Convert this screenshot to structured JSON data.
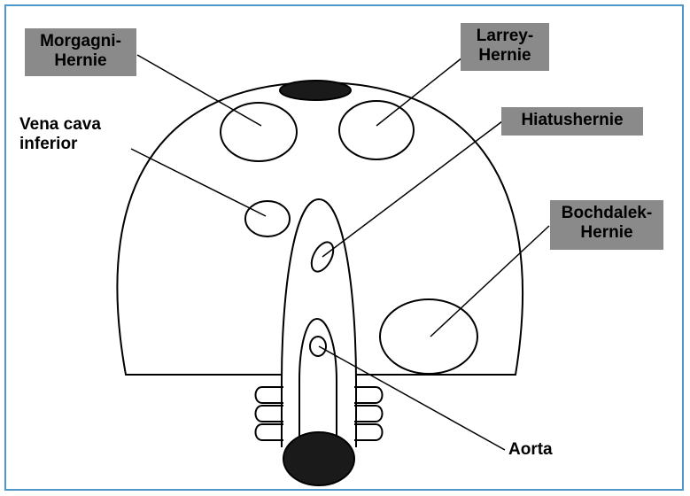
{
  "labels": {
    "morgagni": [
      "Morgagni-",
      "Hernie"
    ],
    "larrey": [
      "Larrey-",
      "Hernie"
    ],
    "hiatus": [
      "Hiatushernie"
    ],
    "vena_cava": [
      "Vena cava",
      "inferior"
    ],
    "bochdalek": [
      "Bochdalek-",
      "Hernie"
    ],
    "aorta": [
      "Aorta"
    ]
  },
  "colors": {
    "frame": "#4f97c9",
    "label_box": "#8a8a8a",
    "fill_dark": "#1a1a1a"
  }
}
